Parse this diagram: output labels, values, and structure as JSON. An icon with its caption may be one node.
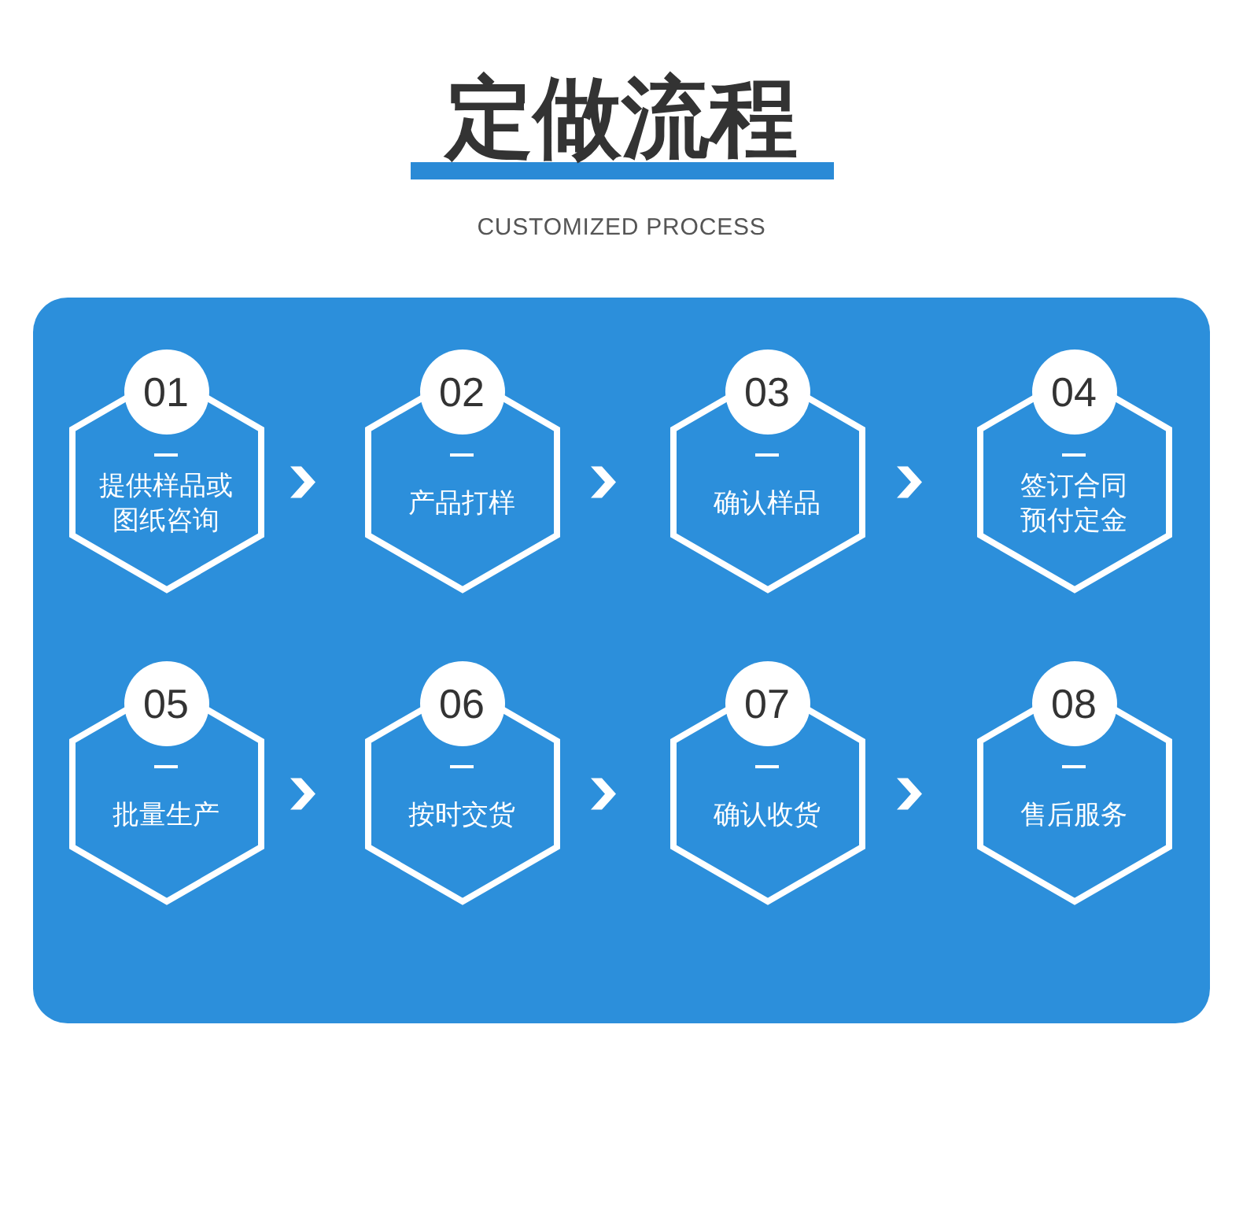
{
  "diagram": {
    "title": "定做流程",
    "nodes": [
      {
        "text": [],
        "shape": "box"
      },
      {
        "text": [
          "01",
          "提供样品或图纸咨询"
        ],
        "in": 0
      },
      {
        "text": [
          "02",
          "产品打样"
        ],
        "in": 0
      },
      {
        "text": [
          "03",
          "确认样品"
        ],
        "in": 0
      },
      {
        "text": [
          "04",
          "签订合同预付定金"
        ],
        "in": 0
      },
      {
        "text": [
          "05",
          "批量生产"
        ],
        "in": 0
      },
      {
        "text": [
          "06",
          "按时交货"
        ],
        "in": 0
      },
      {
        "text": [
          "07",
          "确认收货"
        ],
        "in": 0
      },
      {
        "text": [
          "08",
          "售后服务"
        ],
        "in": 0
      }
    ],
    "edges": [
      {
        "from": 1,
        "to": 2,
        "arrow": "to"
      },
      {
        "from": 2,
        "to": 3,
        "arrow": "to"
      },
      {
        "from": 3,
        "to": 4,
        "arrow": "to"
      },
      {
        "from": 5,
        "to": 6,
        "arrow": "to"
      },
      {
        "from": 6,
        "to": 7,
        "arrow": "to"
      },
      {
        "from": 7,
        "to": 8,
        "arrow": "to"
      }
    ],
    "labels": [
      "CUSTOMIZED PROCESS"
    ]
  }
}
